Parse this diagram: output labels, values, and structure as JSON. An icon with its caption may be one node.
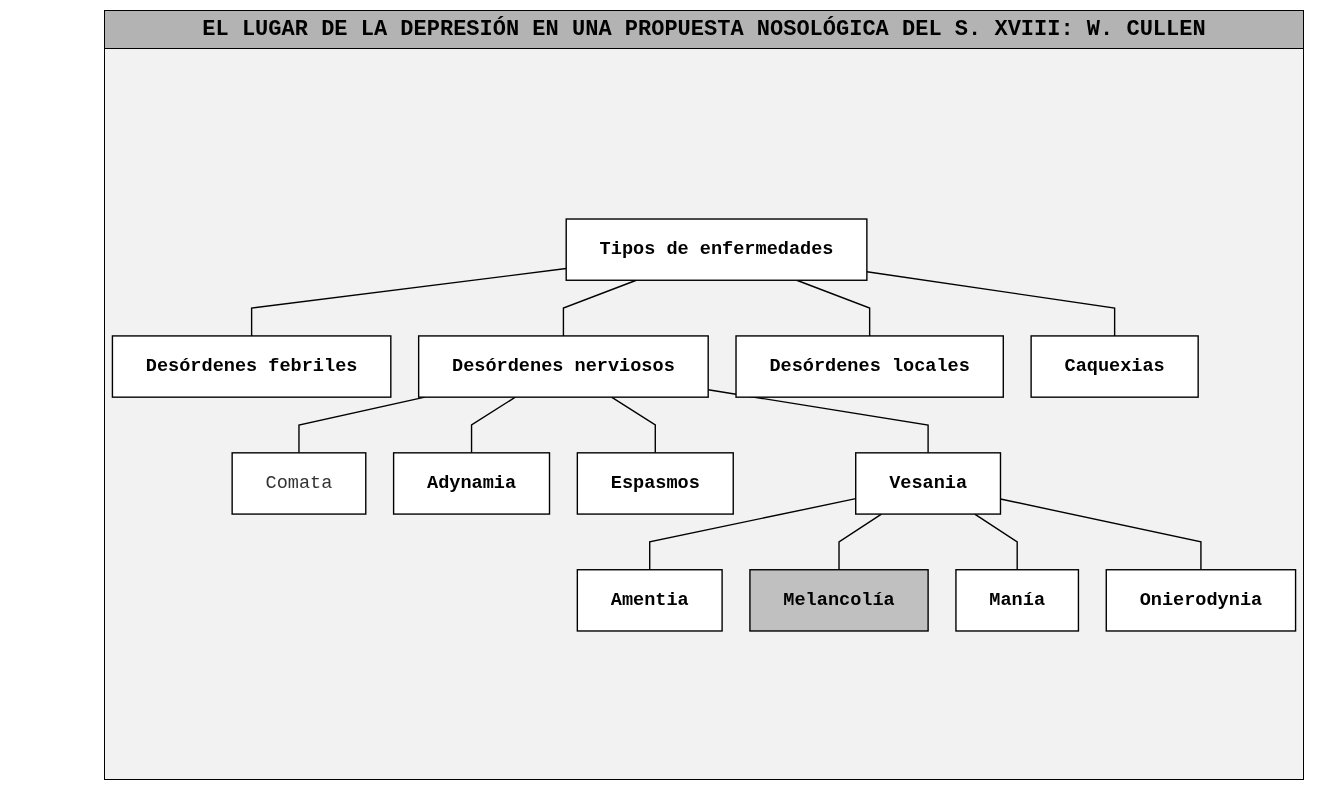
{
  "diagram": {
    "title": "EL LUGAR DE LA DEPRESIÓN EN UNA PROPUESTA NOSOLÓGICA DEL S. XVIII: W. CULLEN",
    "nodes": [
      {
        "text": [
          "Tipos de enfermedades"
        ]
      },
      {
        "text": [
          "Desórdenes febriles"
        ]
      },
      {
        "text": [
          "Desórdenes nerviosos"
        ]
      },
      {
        "text": [
          "Desórdenes locales"
        ]
      },
      {
        "text": [
          "Caquexias"
        ]
      },
      {
        "text": [
          "Comata"
        ]
      },
      {
        "text": [
          "Adynamia"
        ]
      },
      {
        "text": [
          "Espasmos"
        ]
      },
      {
        "text": [
          "Vesania"
        ]
      },
      {
        "text": [
          "Amentia"
        ]
      },
      {
        "text": [
          "Melancolía"
        ]
      },
      {
        "text": [
          "Manía"
        ]
      },
      {
        "text": [
          "Onierodynia"
        ]
      }
    ],
    "edges": [
      {
        "from": 0,
        "to": 1,
        "arrow": "none"
      },
      {
        "from": 0,
        "to": 2,
        "arrow": "none"
      },
      {
        "from": 0,
        "to": 3,
        "arrow": "none"
      },
      {
        "from": 0,
        "to": 4,
        "arrow": "none"
      },
      {
        "from": 2,
        "to": 5,
        "arrow": "none"
      },
      {
        "from": 2,
        "to": 6,
        "arrow": "none"
      },
      {
        "from": 2,
        "to": 7,
        "arrow": "none"
      },
      {
        "from": 2,
        "to": 8,
        "arrow": "none"
      },
      {
        "from": 8,
        "to": 9,
        "arrow": "none"
      },
      {
        "from": 8,
        "to": 10,
        "arrow": "none"
      },
      {
        "from": 8,
        "to": 11,
        "arrow": "none"
      },
      {
        "from": 8,
        "to": 12,
        "arrow": "none"
      }
    ]
  }
}
